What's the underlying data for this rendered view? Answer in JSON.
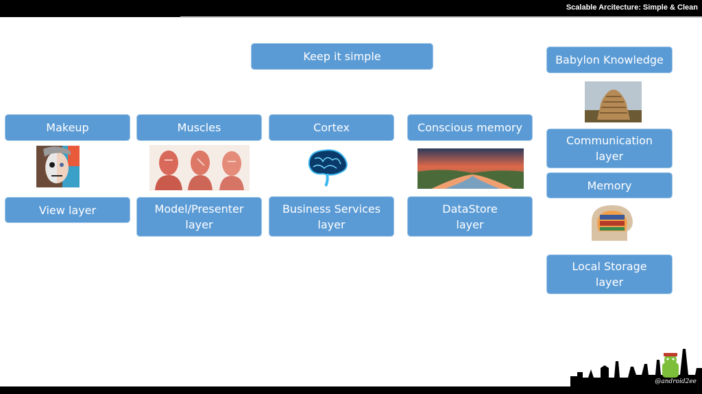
{
  "header": {
    "title": "Scalable Arcitecture: Simple & Clean"
  },
  "top_node": {
    "label": "Keep it simple"
  },
  "columns": [
    {
      "title": "Makeup",
      "layer": [
        "View layer"
      ],
      "image": "makeup-face-icon"
    },
    {
      "title": "Muscles",
      "layer": [
        "Model/Presenter",
        "layer"
      ],
      "image": "muscles-anatomy-icon"
    },
    {
      "title": "Cortex",
      "layer": [
        "Business Services",
        "layer"
      ],
      "image": "brain-icon"
    },
    {
      "title": "Conscious memory",
      "layer": [
        "DataStore",
        "layer"
      ],
      "image": "landscape-river-icon"
    }
  ],
  "right_column": {
    "title": "Babylon Knowledge",
    "title_image": "tower-of-babel-icon",
    "communication": [
      "Communication",
      "layer"
    ],
    "memory": "Memory",
    "memory_image": "library-head-icon",
    "storage": [
      "Local Storage",
      "layer"
    ]
  },
  "footer": {
    "handle": "@android2ee",
    "image": "paris-skyline-android-icon"
  },
  "colors": {
    "box": "#5b9bd5",
    "box_border": "#9dc3e6",
    "topbar": "#000000"
  }
}
